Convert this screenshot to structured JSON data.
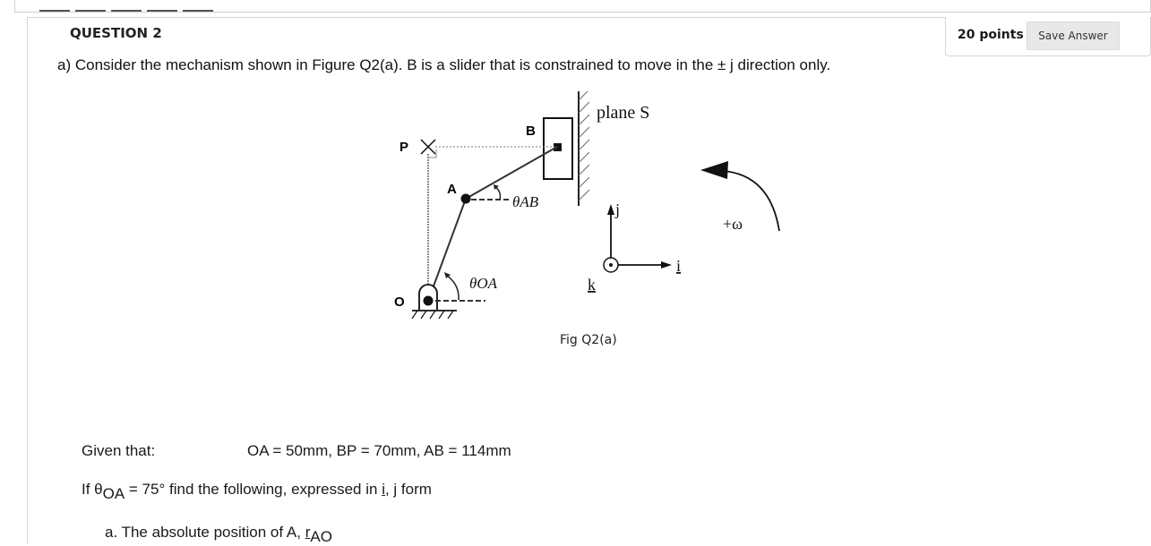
{
  "question": {
    "title": "QUESTION 2",
    "points": "20 points",
    "save_label": "Save Answer",
    "text": "a) Consider the mechanism shown in Figure Q2(a). B is a slider that is constrained to move in the ± j direction only."
  },
  "figure": {
    "caption": "Fig Q2(a)",
    "labels": {
      "plane": "plane S",
      "P": "P",
      "B": "B",
      "A": "A",
      "O": "O",
      "theta_ab": "θAB",
      "theta_oa": "θOA",
      "i_axis": "i",
      "j_axis": "j",
      "k_axis": "k",
      "omega": "+ω"
    }
  },
  "given": {
    "label": "Given that:",
    "values": "OA = 50mm, BP = 70mm, AB = 114mm"
  },
  "condition": {
    "prefix": "If θ",
    "sub": "OA",
    "middle": " = 75° find the following, expressed in ",
    "i": "i",
    "sep": ", j form"
  },
  "part_a": {
    "text": "a. The absolute position of A, ",
    "r": "r",
    "sub": "AO"
  }
}
